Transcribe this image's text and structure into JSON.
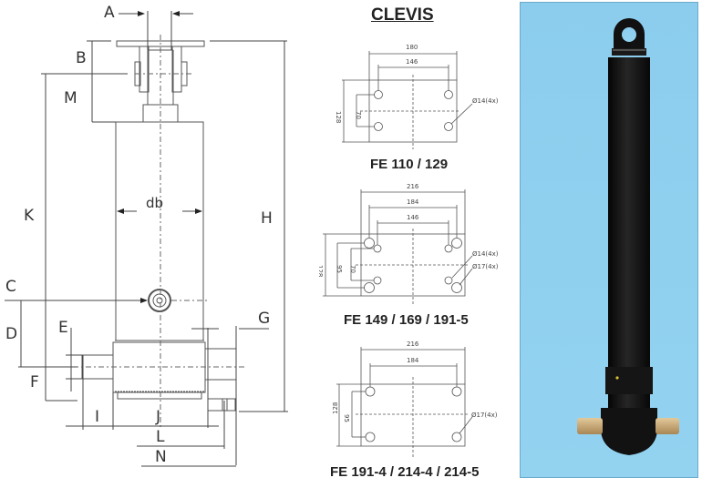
{
  "left_drawing": {
    "dimension_labels": {
      "A": "A",
      "B": "B",
      "M": "M",
      "K": "K",
      "db": "db",
      "H": "H",
      "C": "C",
      "D": "D",
      "E": "E",
      "G": "G",
      "F": "F",
      "I": "I",
      "J": "J",
      "L": "L",
      "N": "N"
    }
  },
  "clevis": {
    "title": "CLEVIS",
    "plates": [
      {
        "model": "FE 110 / 129",
        "width_outer": "180",
        "width_holes": "146",
        "height_outer": "128",
        "height_holes": "70",
        "hole_callouts": [
          "Ø14(4x)"
        ]
      },
      {
        "model": "FE 149 / 169 / 191-5",
        "width_outer": "216",
        "width_holes_outer": "184",
        "width_holes_inner": "146",
        "height_outer": "128",
        "height_holes_outer": "95",
        "height_holes_inner": "70",
        "hole_callouts": [
          "Ø14(4x)",
          "Ø17(4x)"
        ]
      },
      {
        "model": "FE 191-4 / 214-4 / 214-5",
        "width_outer": "216",
        "width_holes": "184",
        "height_outer": "128",
        "height_holes": "95",
        "hole_callouts": [
          "Ø17(4x)"
        ]
      }
    ]
  },
  "photo": {
    "subject": "telescopic hydraulic cylinder",
    "background_color": "#8fd0ef",
    "body_color": "#141414",
    "trunnion_color": "#c9a775"
  }
}
